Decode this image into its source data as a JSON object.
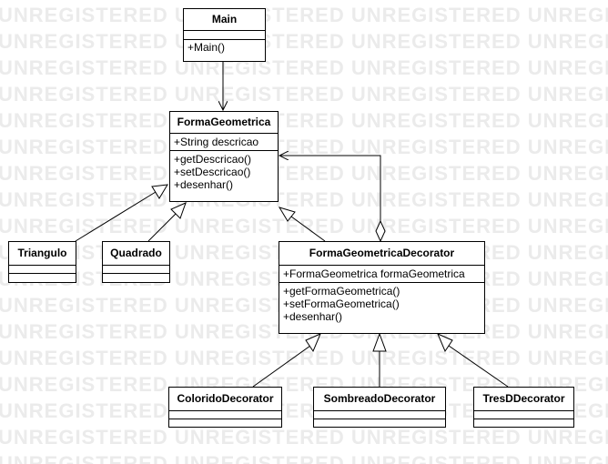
{
  "watermark_text": "UNREGISTERED",
  "classes": {
    "main": {
      "name": "Main",
      "attributes": [],
      "operations": [
        "+Main()"
      ]
    },
    "forma": {
      "name": "FormaGeometrica",
      "attributes": [
        "+String descricao"
      ],
      "operations": [
        "+getDescricao()",
        "+setDescricao()",
        "+desenhar()"
      ]
    },
    "triangulo": {
      "name": "Triangulo",
      "attributes": [],
      "operations": []
    },
    "quadrado": {
      "name": "Quadrado",
      "attributes": [],
      "operations": []
    },
    "decorator": {
      "name": "FormaGeometricaDecorator",
      "attributes": [
        "+FormaGeometrica formaGeometrica"
      ],
      "operations": [
        "+getFormaGeometrica()",
        "+setFormaGeometrica()",
        "+desenhar()"
      ]
    },
    "colorido": {
      "name": "ColoridoDecorator",
      "attributes": [],
      "operations": []
    },
    "sombreado": {
      "name": "SombreadoDecorator",
      "attributes": [],
      "operations": []
    },
    "tresd": {
      "name": "TresDDecorator",
      "attributes": [],
      "operations": []
    }
  },
  "colors": {
    "stroke": "#000000",
    "box_fill": "#ffffff",
    "watermark": "#ebebeb"
  }
}
